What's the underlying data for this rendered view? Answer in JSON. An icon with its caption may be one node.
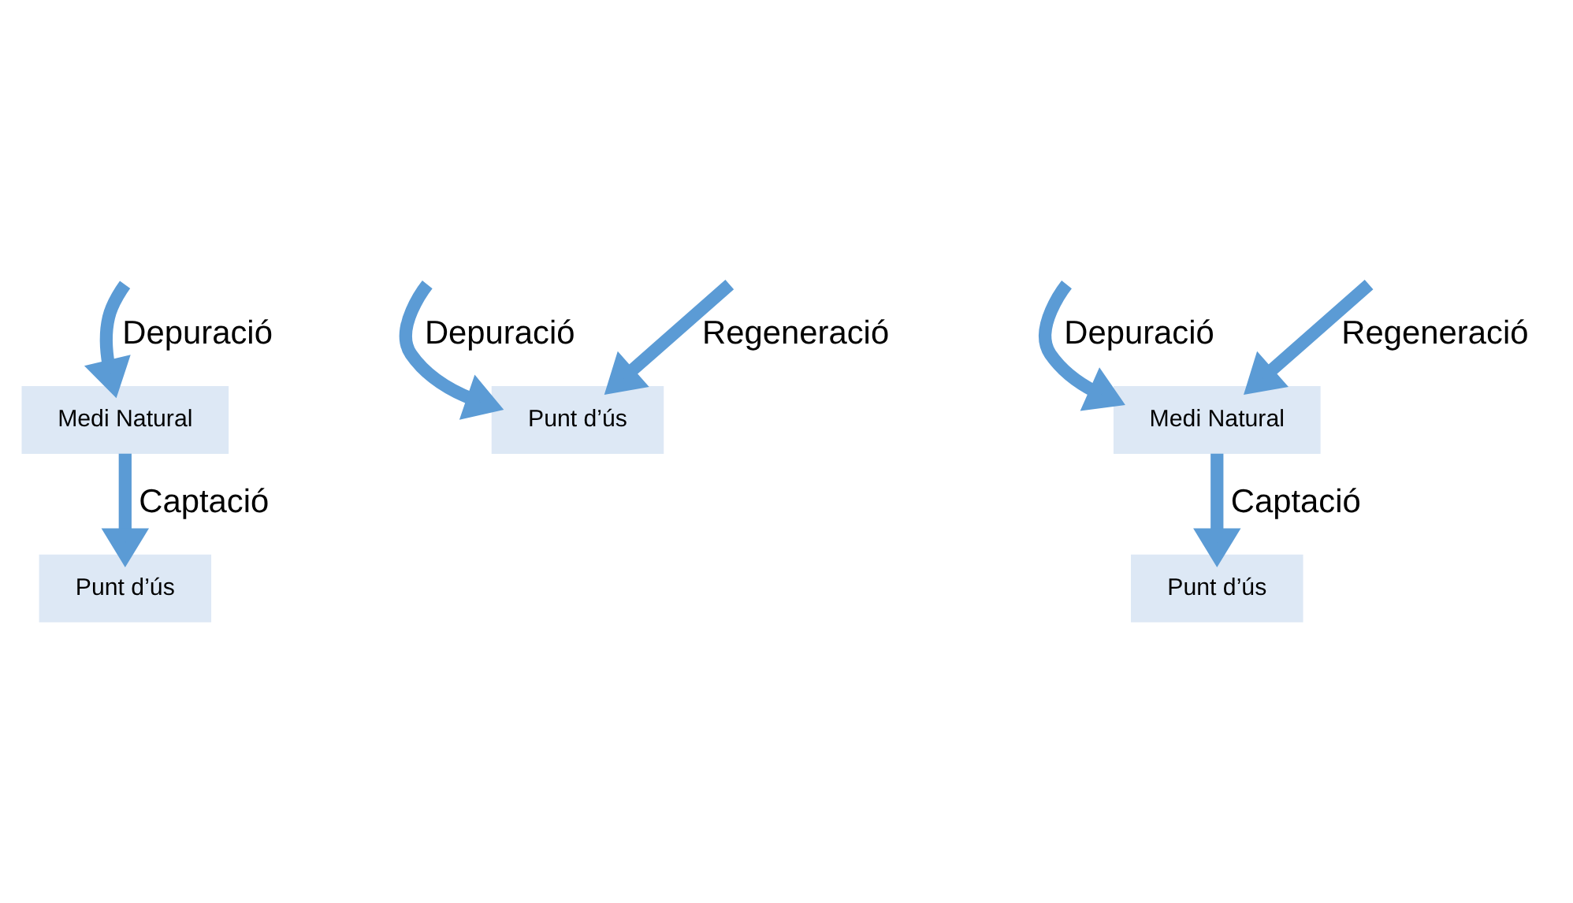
{
  "diagram": {
    "nodes": [
      {
        "text": [
          "Medi Natural"
        ]
      },
      {
        "text": [
          "Punt d’ús"
        ]
      },
      {
        "text": [
          "Punt d’ús"
        ]
      },
      {
        "text": [
          "Medi Natural"
        ]
      },
      {
        "text": [
          "Punt d’ús"
        ]
      }
    ],
    "edges": [
      {
        "from": null,
        "to": 0,
        "arrow": "to",
        "label": "Depuració"
      },
      {
        "from": 0,
        "to": 1,
        "arrow": "to",
        "label": "Captació"
      },
      {
        "from": null,
        "to": 2,
        "arrow": "to",
        "label": "Depuració"
      },
      {
        "from": null,
        "to": 2,
        "arrow": "to",
        "label": "Regeneració"
      },
      {
        "from": null,
        "to": 3,
        "arrow": "to",
        "label": "Depuració"
      },
      {
        "from": null,
        "to": 3,
        "arrow": "to",
        "label": "Regeneració"
      },
      {
        "from": 3,
        "to": 4,
        "arrow": "to",
        "label": "Captació"
      }
    ]
  }
}
